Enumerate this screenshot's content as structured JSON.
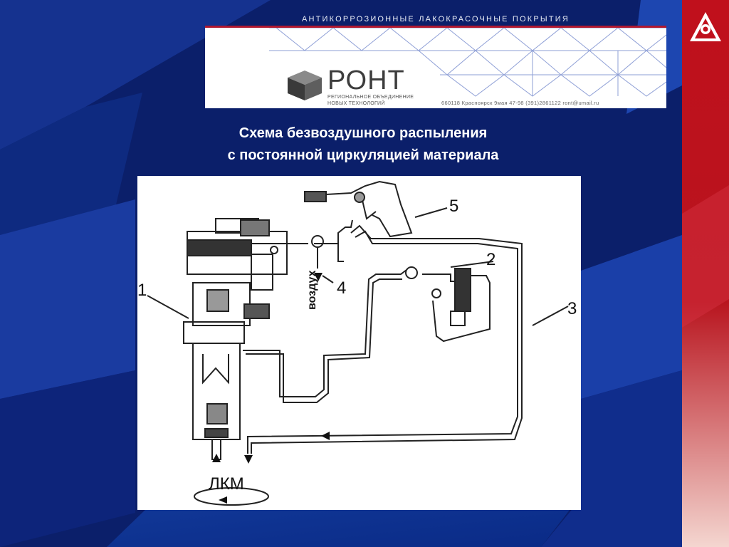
{
  "header": {
    "tagline": "АНТИКОРРОЗИОННЫЕ ЛАКОКРАСОЧНЫЕ ПОКРЫТИЯ"
  },
  "brand": {
    "name": "РОНТ",
    "subtitle_line1": "РЕГИОНАЛЬНОЕ ОБЪЕДИНЕНИЕ",
    "subtitle_line2": "НОВЫХ ТЕХНОЛОГИЙ",
    "contact": "660118 Красноярск 9мая 47-98 (391)2861122 ront@umail.ru"
  },
  "title": {
    "line1": "Схема безвоздушного распыления",
    "line2": "с постоянной циркуляцией материала"
  },
  "diagram": {
    "labels": {
      "n1": "1",
      "n2": "2",
      "n3": "3",
      "n4": "4",
      "n5": "5",
      "air": "воздух",
      "paint": "ЛКМ"
    }
  },
  "colors": {
    "background": "#0a1f6e",
    "accent_red": "#b01830",
    "banner_lines": "#8e9fd6"
  }
}
